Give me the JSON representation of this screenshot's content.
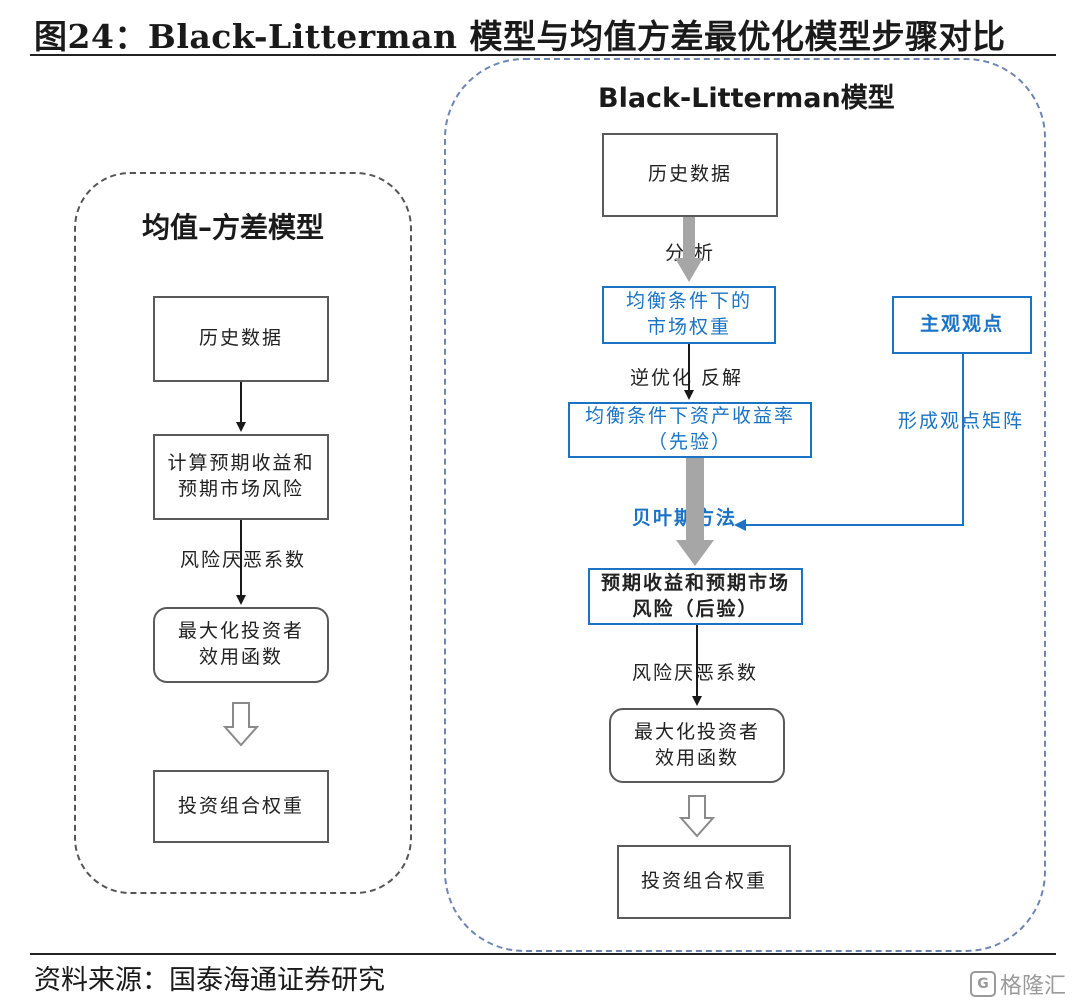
{
  "title": "图24：Black-Litterman 模型与均值方差最优化模型步骤对比",
  "source": "资料来源：国泰海通证券研究",
  "watermark": "格隆汇",
  "left_model": {
    "title": "均值–方差模型",
    "box_history": "历史数据",
    "box_calc_line1": "计算预期收益和",
    "box_calc_line2": "预期市场风险",
    "label_risk_aversion": "风险厌恶系数",
    "box_maximize_line1": "最大化投资者",
    "box_maximize_line2": "效用函数",
    "box_weights": "投资组合权重"
  },
  "right_model": {
    "title": "Black-Litterman模型",
    "box_history": "历史数据",
    "label_analysis": "分  析",
    "box_equilibrium_line1": "均衡条件下的",
    "box_equilibrium_line2": "市场权重",
    "label_reverse_opt": "逆优化  反解",
    "box_prior_line1": "均衡条件下资产收益率",
    "box_prior_line2": "（先验）",
    "box_views": "主观观点",
    "label_view_matrix": "形成观点矩阵",
    "label_bayes": "贝叶斯方法",
    "box_posterior_line1": "预期收益和预期市场",
    "box_posterior_line2": "风险（后验）",
    "label_risk_aversion": "风险厌恶系数",
    "box_maximize_line1": "最大化投资者",
    "box_maximize_line2": "效用函数",
    "box_weights": "投资组合权重"
  },
  "colors": {
    "accent_blue": "#1a73c4",
    "gray_arrow": "#a6a6a6",
    "right_panel_border": "#6f86b3"
  }
}
